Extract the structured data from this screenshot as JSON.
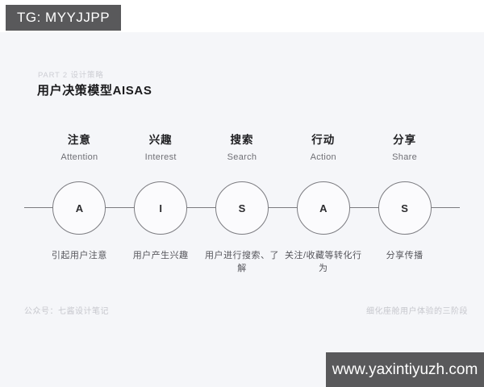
{
  "badge": {
    "label": "TG: MYYJJPP"
  },
  "site_bar": {
    "label": "www.yaxintiyuzh.com"
  },
  "header": {
    "part_label": "PART 2 设计策略",
    "title": "用户决策模型AISAS"
  },
  "diagram": {
    "model": "AISAS",
    "stages": [
      {
        "zh": "注意",
        "en": "Attention",
        "letter": "A",
        "desc": "引起用户注意"
      },
      {
        "zh": "兴趣",
        "en": "Interest",
        "letter": "I",
        "desc": "用户产生兴趣"
      },
      {
        "zh": "搜索",
        "en": "Search",
        "letter": "S",
        "desc": "用户进行搜索、了解"
      },
      {
        "zh": "行动",
        "en": "Action",
        "letter": "A",
        "desc": "关注/收藏等转化行为"
      },
      {
        "zh": "分享",
        "en": "Share",
        "letter": "S",
        "desc": "分享传播"
      }
    ]
  },
  "footer": {
    "left": "公众号：七酱设计笔记",
    "right": "细化座舱用户体验的三阶段"
  },
  "colors": {
    "dark_bar": "#59595b",
    "panel_bg": "#f5f6f9",
    "line": "#7b7b80",
    "title_text": "#1b1b1d",
    "muted_text": "#c6c7cd"
  }
}
